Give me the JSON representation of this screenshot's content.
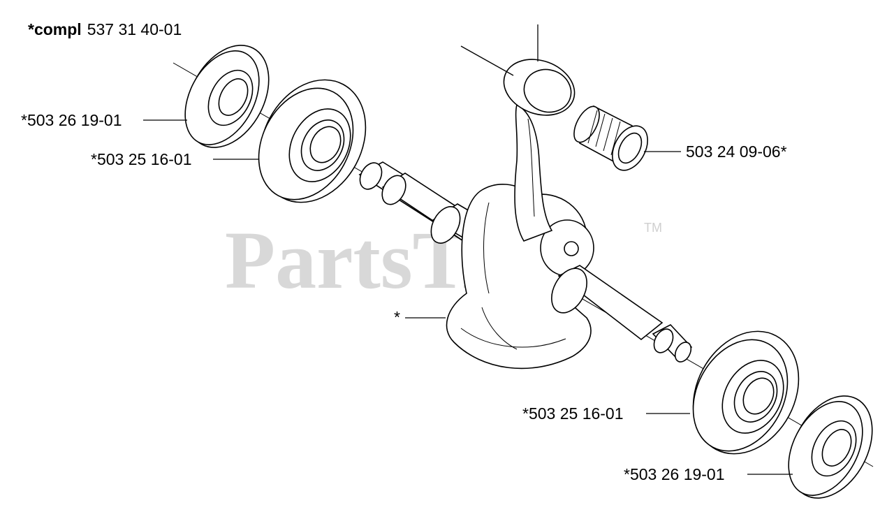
{
  "header": {
    "prefix": "*compl",
    "number": "537 31 40-01"
  },
  "watermark": {
    "text": "PartsTree",
    "trademark": "TM"
  },
  "callouts": {
    "seal_top": "*503 26 19-01",
    "bearing_top": "*503 25 16-01",
    "needle_bearing": "503 24 09-06*",
    "crankshaft": "*",
    "bearing_bottom": "*503 25 16-01",
    "seal_bottom": "*503 26 19-01"
  }
}
